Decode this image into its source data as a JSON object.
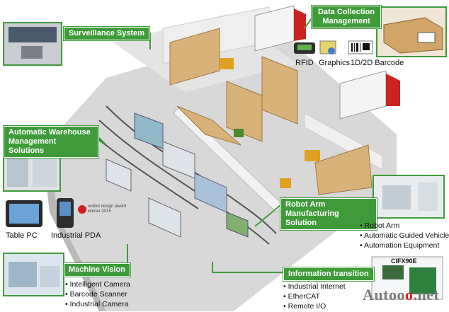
{
  "labels": {
    "surveillance": "Surveillance System",
    "data_collection": "Data Collection Management",
    "warehouse": "Automatic Warehouse Management Solutions",
    "robot_arm": "Robot Arm Manufacturing Solution",
    "machine_vision": "Machine Vision",
    "information": "Information transition"
  },
  "data_collection_items": [
    "RFID",
    "Graphics",
    "1D/2D Barcode"
  ],
  "devices": {
    "table_pc": "Table PC",
    "industrial_pda": "Industrial PDA",
    "award_line1": "reddot design award",
    "award_line2": "winner 2015"
  },
  "robot_arm_items": [
    "Robot Arm",
    "Automatic Guided Vehicle",
    "Automation Equipment"
  ],
  "machine_vision_items": [
    "Intelligent Camera",
    "Barcode Scanner",
    "Industrial Camera"
  ],
  "information_items": [
    "Industrial Internet",
    "EtherCAT",
    "Remote I/O"
  ],
  "product_label": "CIFX90E",
  "watermark": {
    "main": "Autoo",
    "accent": "o",
    "suffix": ".net"
  },
  "colors": {
    "label_green": "#3f9b3a",
    "floor": "#cfcfcf",
    "box": "#d9b27a",
    "truck_red": "#cc2222"
  }
}
